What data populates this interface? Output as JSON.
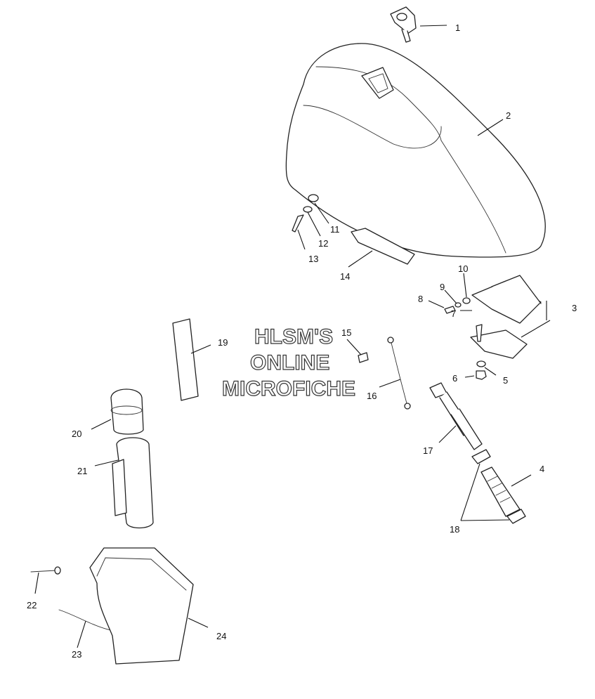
{
  "watermark": {
    "line1": "HLSM'S",
    "line2": "ONLINE",
    "line3": "MICROFICHE"
  },
  "callouts": {
    "c1": "1",
    "c2": "2",
    "c3": "3",
    "c4": "4",
    "c5": "5",
    "c6": "6",
    "c7": "7",
    "c8": "8",
    "c9": "9",
    "c10": "10",
    "c11": "11",
    "c12": "12",
    "c13": "13",
    "c14": "14",
    "c15": "15",
    "c16": "16",
    "c17": "17",
    "c18": "18",
    "c19": "19",
    "c20": "20",
    "c21": "21",
    "c22": "22",
    "c23": "23",
    "c24": "24"
  }
}
